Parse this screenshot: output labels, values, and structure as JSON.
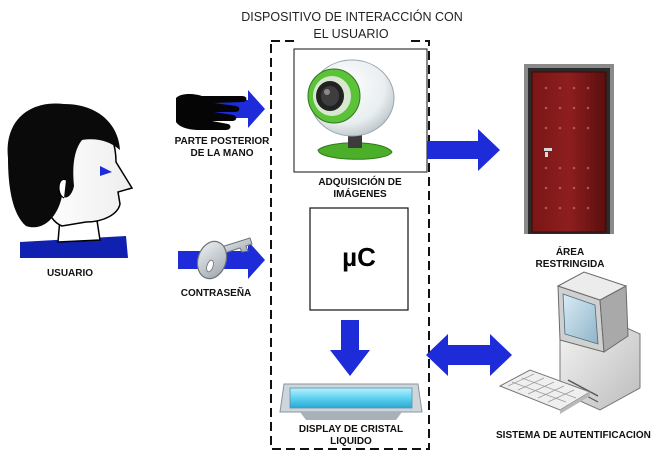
{
  "diagram": {
    "title_line1": "DISPOSITIVO DE INTERACCIÓN CON",
    "title_line2": "EL USUARIO",
    "user_label": "USUARIO",
    "hand_label_line1": "PARTE POSTERIOR",
    "hand_label_line2": "DE LA MANO",
    "password_label": "CONTRASEÑA",
    "camera_label_line1": "ADQUISICIÓN DE",
    "camera_label_line2": "IMÁGENES",
    "microcontroller_text": "µC",
    "display_label_line1": "DISPLAY DE CRISTAL",
    "display_label_line2": "LIQUIDO",
    "restricted_label_line1": "ÁREA",
    "restricted_label_line2": "RESTRINGIDA",
    "auth_label": "SISTEMA DE AUTENTIFICACIÓN",
    "colors": {
      "arrow": "#1d2bd9",
      "hair": "#0a0a0a",
      "shirt": "#1020b0",
      "door": "#6b1414",
      "camera_green": "#4caf2a",
      "display_glow": "#6fd6f2"
    }
  }
}
